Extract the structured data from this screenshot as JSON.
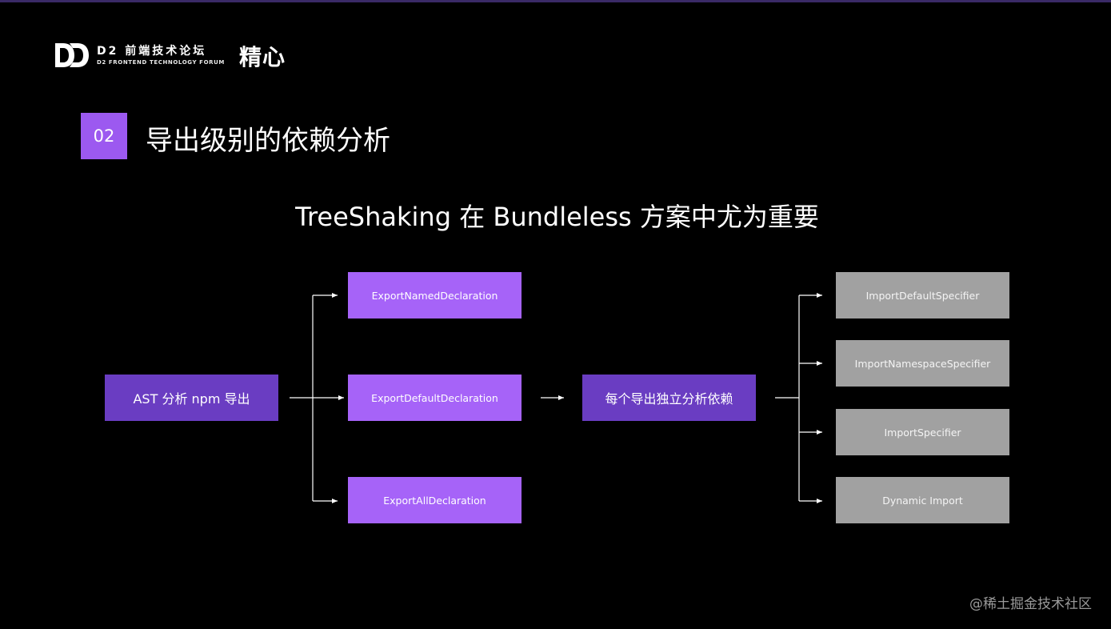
{
  "logo": {
    "name": "D2 前端技术论坛",
    "english": "D2 FRONTEND TECHNOLOGY FORUM",
    "brand": "精心"
  },
  "section": {
    "number": "02",
    "title": "导出级别的依赖分析"
  },
  "subtitle": "TreeShaking 在 Bundleless 方案中尤为重要",
  "diagram": {
    "source": "AST 分析 npm 导出",
    "exports": [
      "ExportNamedDeclaration",
      "ExportDefaultDeclaration",
      "ExportAllDeclaration"
    ],
    "analyzer": "每个导出独立分析依赖",
    "imports": [
      "ImportDefaultSpecifier",
      "ImportNamespaceSpecifier",
      "ImportSpecifier",
      "Dynamic Import"
    ]
  },
  "watermark": "@稀土掘金技术社区",
  "colors": {
    "accent": "#9c59f0",
    "dark_box": "#6a3dc2",
    "light_box": "#a663f8",
    "gray_box": "#a1a1a1"
  }
}
